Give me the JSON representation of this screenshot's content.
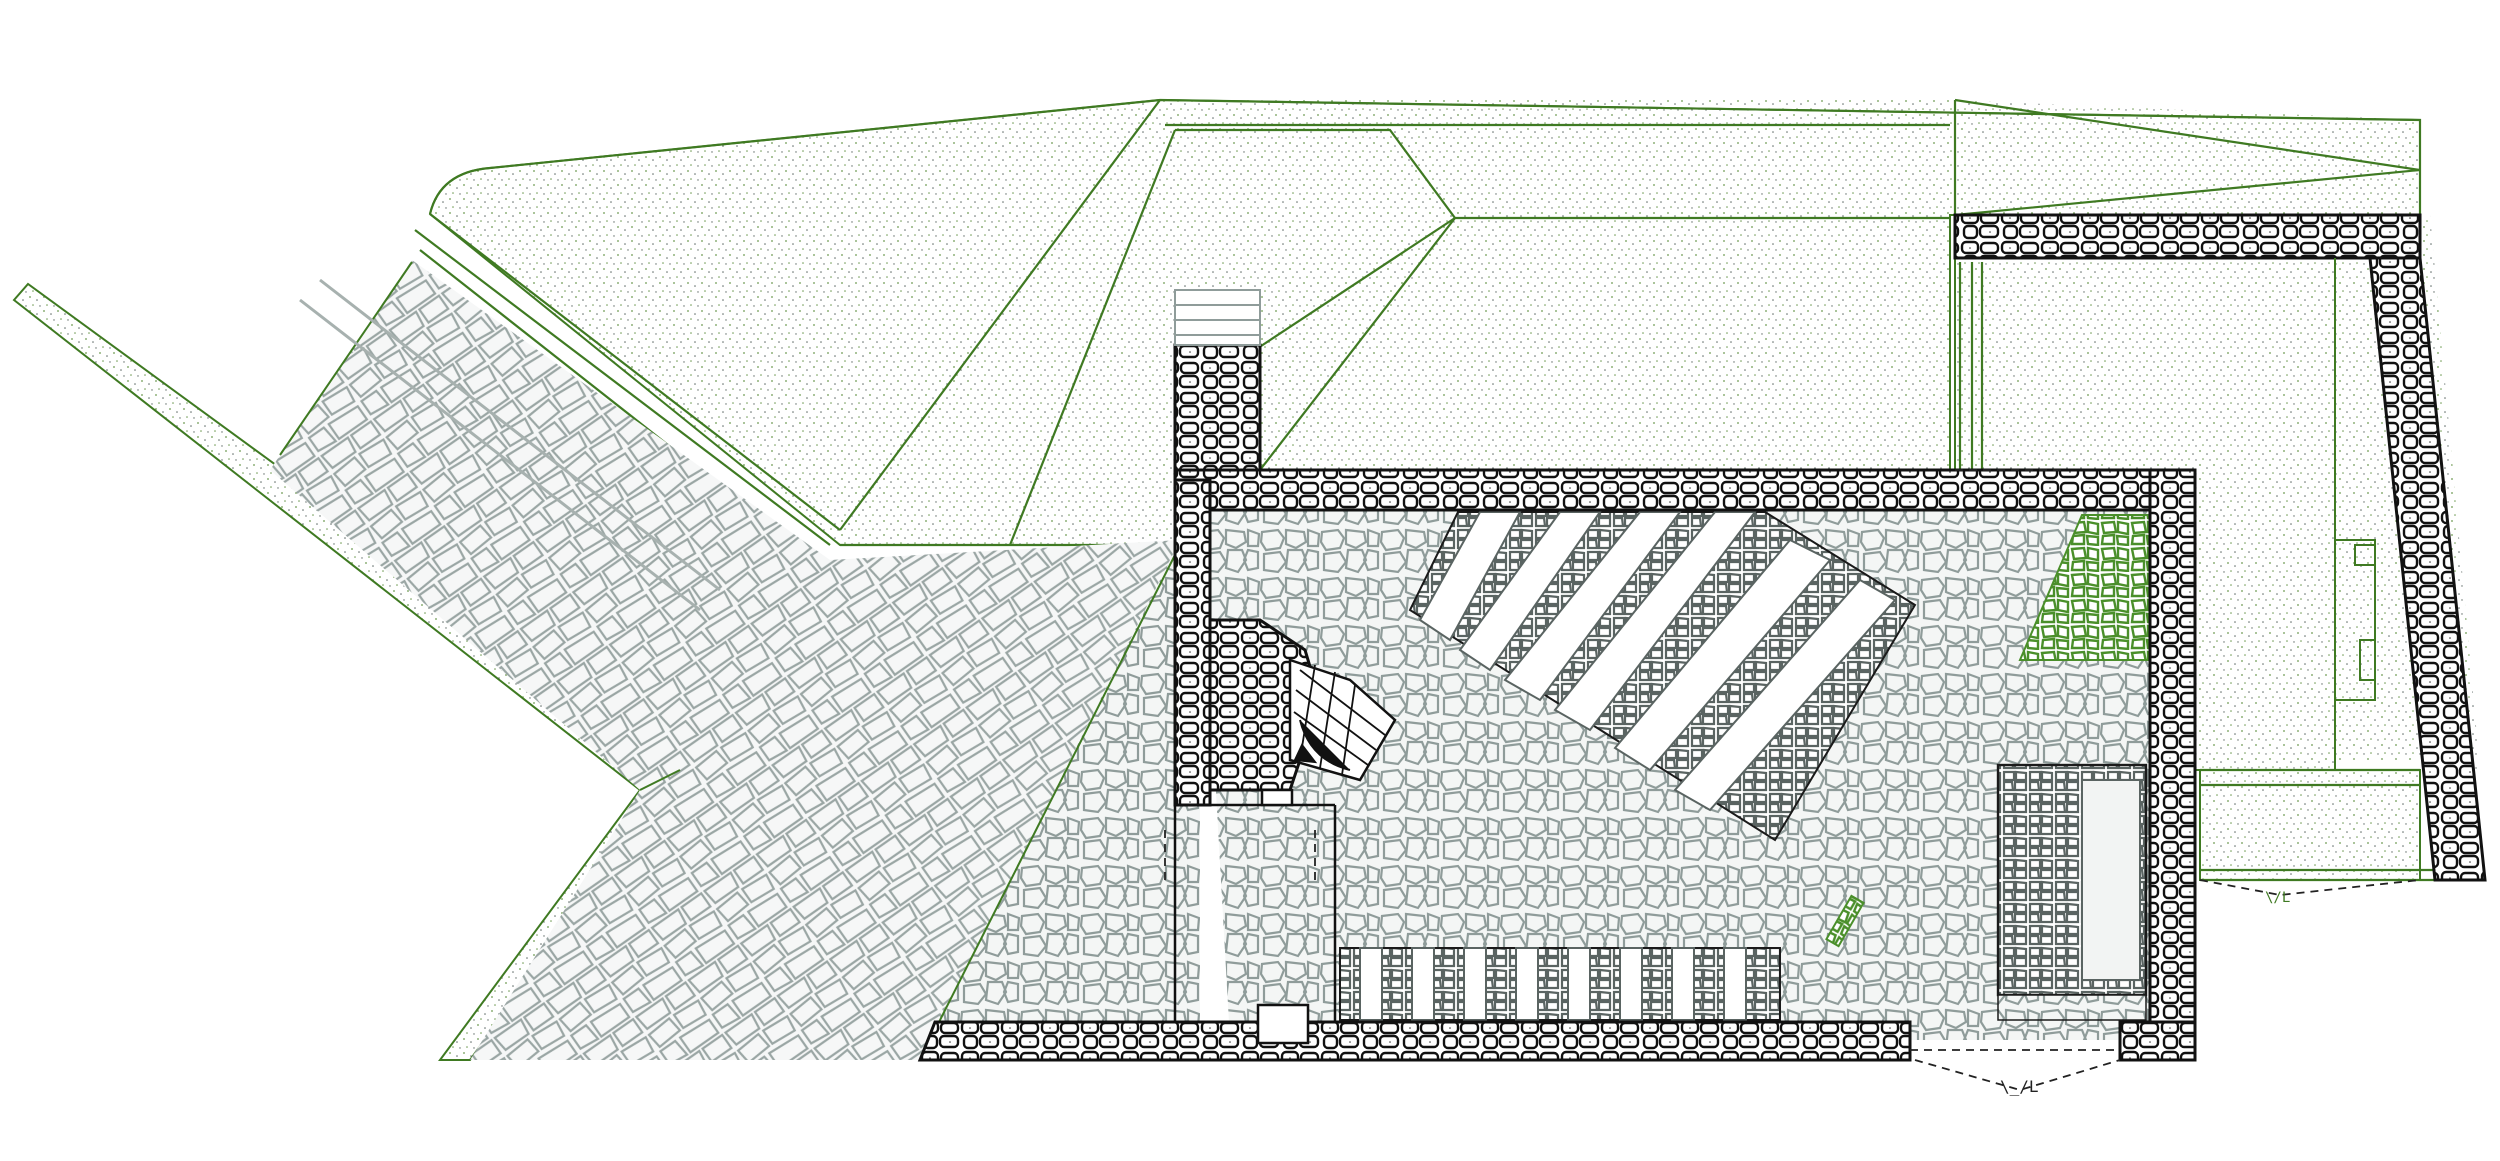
{
  "drawing": {
    "type": "architectural site plan",
    "colors": {
      "background": "#ffffff",
      "green_line": "#3f7a22",
      "green_dot": "#6e9a52",
      "dark_line": "#1a1a1a",
      "stone_gray": "#8f9c9a",
      "stone_gray_light": "#b3bdbb",
      "moss_green": "#4a8f2a"
    },
    "icons": [
      "stone-wall-hatch",
      "sand-dot-hatch",
      "cobble-paving-hatch",
      "stair-arrow-icon",
      "door-swing-icon"
    ],
    "labels": {
      "dim_bottom": "\\_/L",
      "dim_right": "\\/L"
    }
  }
}
